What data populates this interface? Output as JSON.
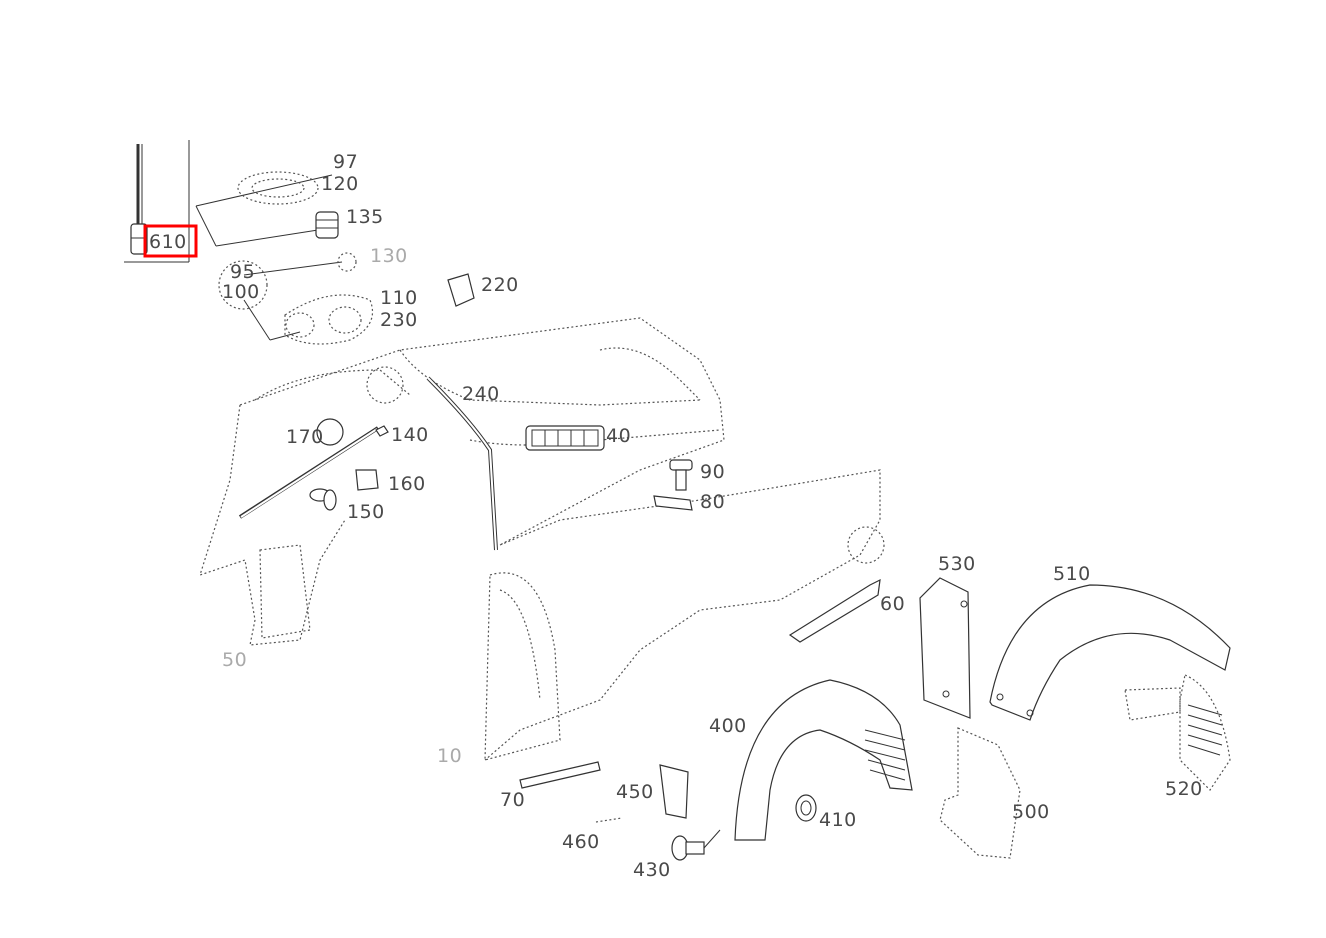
{
  "diagram": {
    "highlighted_part": "610",
    "highlight_color": "#ff0000",
    "labels": {
      "p97": "97",
      "p120": "120",
      "p135": "135",
      "p130": "130",
      "p95": "95",
      "p100": "100",
      "p110": "110",
      "p230": "230",
      "p220": "220",
      "p610": "610",
      "p240": "240",
      "p170": "170",
      "p140": "140",
      "p40": "40",
      "p160": "160",
      "p150": "150",
      "p90": "90",
      "p80": "80",
      "p530": "530",
      "p510": "510",
      "p60": "60",
      "p50": "50",
      "p400": "400",
      "p10": "10",
      "p70": "70",
      "p450": "450",
      "p410": "410",
      "p500": "500",
      "p520": "520",
      "p460": "460",
      "p430": "430"
    }
  }
}
